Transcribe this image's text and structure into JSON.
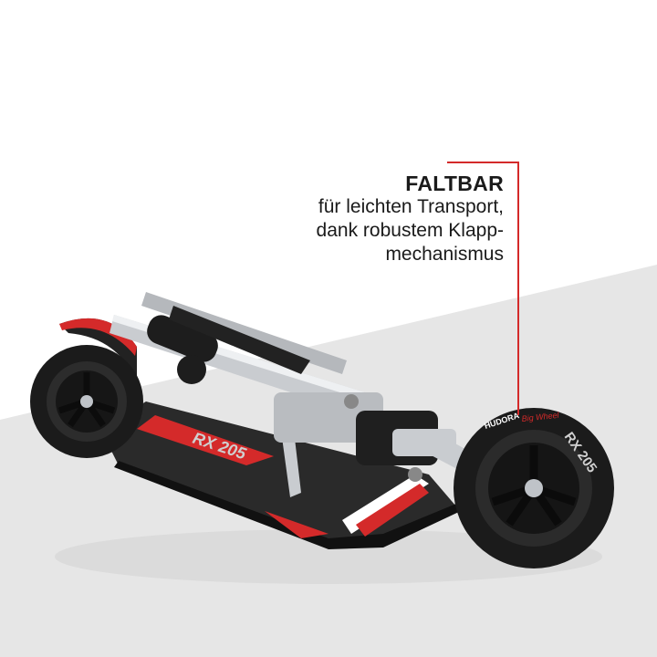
{
  "callout": {
    "title": "FALTBAR",
    "lines": [
      "für leichten Transport,",
      "dank robustem Klapp-",
      "mechanismus"
    ]
  },
  "colors": {
    "accent": "#d42a2a",
    "background_top": "#ffffff",
    "background_floor": "#e6e6e6",
    "wheel": "#1b1b1b",
    "chrome": "#c9ccd0"
  },
  "product": {
    "brand": "HUDORA",
    "model": "RX 205",
    "wheel_label": "Big Wheel"
  }
}
